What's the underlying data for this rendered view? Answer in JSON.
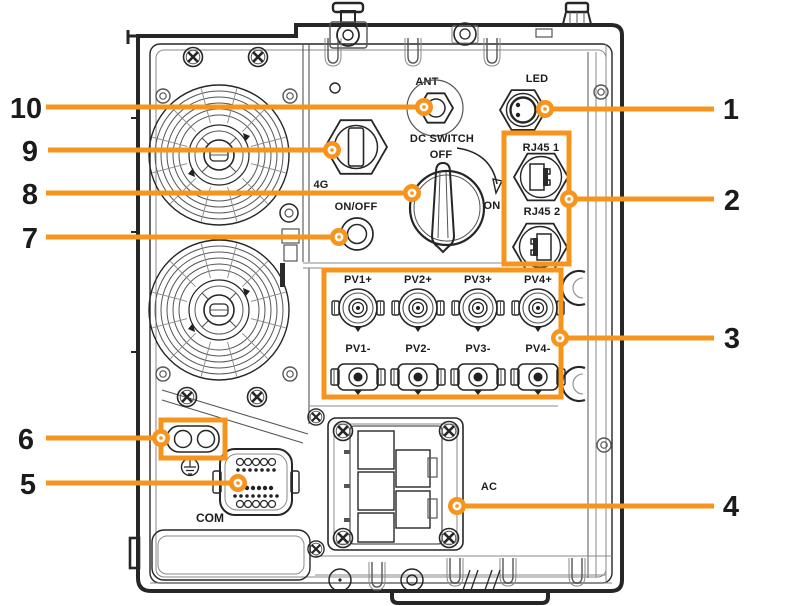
{
  "diagram": {
    "accent_color": "#F6941D",
    "ink_color": "#262626"
  },
  "device_labels": {
    "ant": "ANT",
    "led": "LED",
    "dc_switch": "DC SWITCH",
    "off": "OFF",
    "on": "ON",
    "four_g": "4G",
    "on_off": "ON/OFF",
    "rj45_1": "RJ45 1",
    "rj45_2": "RJ45 2",
    "ac": "AC",
    "com": "COM"
  },
  "pv_labels": [
    "PV1+",
    "PV2+",
    "PV3+",
    "PV4+",
    "PV1-",
    "PV2-",
    "PV3-",
    "PV4-"
  ],
  "callout_numbers": [
    "1",
    "2",
    "3",
    "4",
    "5",
    "6",
    "7",
    "8",
    "9",
    "10"
  ]
}
